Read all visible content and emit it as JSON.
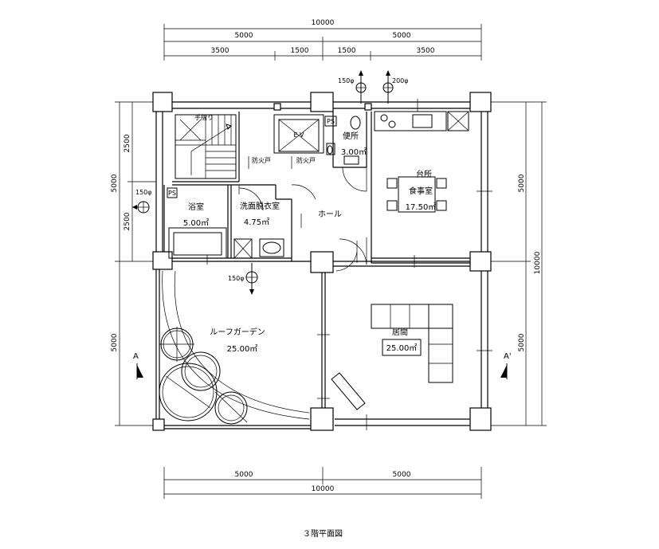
{
  "drawing": {
    "title": "３階平面図",
    "dimensions": {
      "top_total": "10000",
      "top_halves": [
        "5000",
        "5000"
      ],
      "top_segments": [
        "3500",
        "1500",
        "1500",
        "3500"
      ],
      "bottom_halves": [
        "5000",
        "5000"
      ],
      "bottom_total": "10000",
      "left_total": "5000",
      "left_segments": [
        "2500",
        "2500"
      ],
      "left_lower": "5000",
      "right_upper": "5000",
      "right_lower": "5000",
      "right_total": "10000"
    },
    "pipes": [
      "150φ",
      "200φ",
      "150φ",
      "150φ"
    ],
    "section_marks": [
      "A",
      "A'"
    ],
    "rooms": {
      "stairs": "手摺り",
      "elevator": "E V",
      "ps": "PS",
      "fire_door_1": "防火戸",
      "fire_door_2": "防火戸",
      "toilet_name": "便所",
      "toilet_area": "3.00㎡",
      "kitchen_name": "台所",
      "dining_name": "食事室",
      "kitchen_area": "17.50㎡",
      "bath_name": "浴室",
      "bath_area": "5.00㎡",
      "wash_name": "洗面脱衣室",
      "wash_area": "4.75㎡",
      "hall_name": "ホール",
      "garden_name": "ルーフガーデン",
      "garden_area": "25.00㎡",
      "living_name": "居間",
      "living_area": "25.00㎡"
    }
  }
}
